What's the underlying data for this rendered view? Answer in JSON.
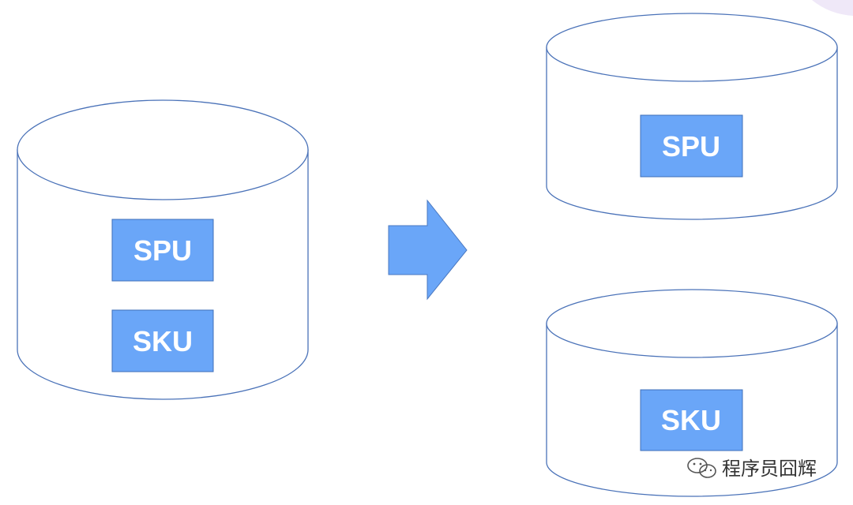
{
  "diagram": {
    "source": {
      "boxes": [
        {
          "label": "SPU"
        },
        {
          "label": "SKU"
        }
      ]
    },
    "arrow": {
      "direction": "right"
    },
    "targets": [
      {
        "boxes": [
          {
            "label": "SPU"
          }
        ]
      },
      {
        "boxes": [
          {
            "label": "SKU"
          }
        ]
      }
    ]
  },
  "watermark": {
    "icon": "wechat-icon",
    "text": "程序员囧辉"
  },
  "colors": {
    "box_fill": "#6aa6f8",
    "box_text": "#ffffff",
    "outline": "#4a72b8",
    "arrow_fill": "#6aa6f8"
  }
}
